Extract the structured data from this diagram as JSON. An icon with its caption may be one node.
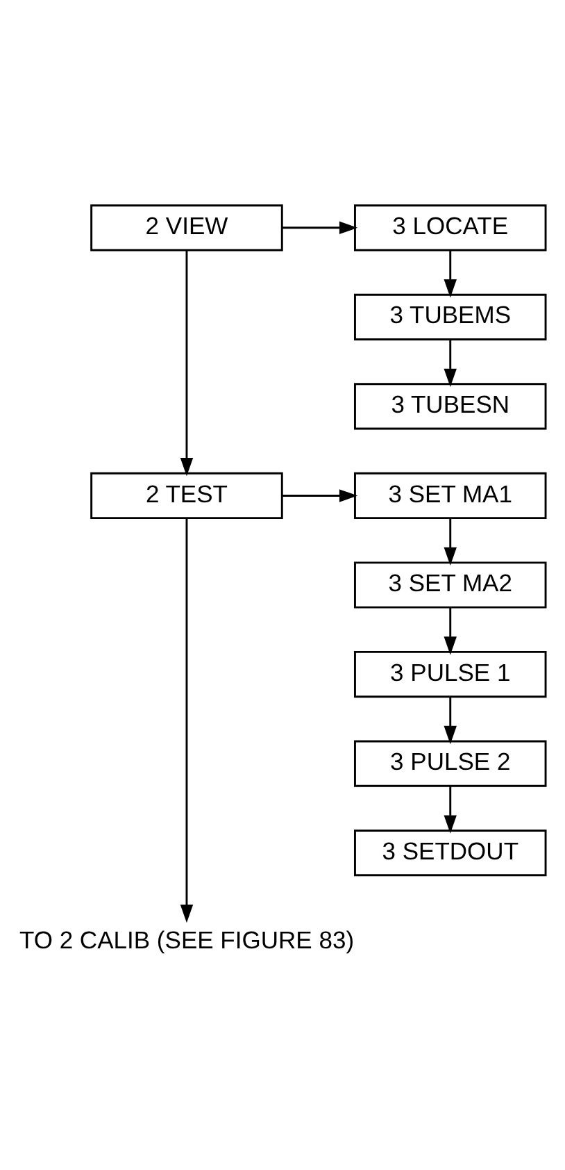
{
  "diagram": {
    "nodes": [
      {
        "text": [
          "2 VIEW"
        ]
      },
      {
        "text": [
          "3 LOCATE"
        ]
      },
      {
        "text": [
          "3 TUBEMS"
        ]
      },
      {
        "text": [
          "3 TUBESN"
        ]
      },
      {
        "text": [
          "2 TEST"
        ]
      },
      {
        "text": [
          "3 SET MA1"
        ]
      },
      {
        "text": [
          "3 SET MA2"
        ]
      },
      {
        "text": [
          "3 PULSE 1"
        ]
      },
      {
        "text": [
          "3 PULSE 2"
        ]
      },
      {
        "text": [
          "3 SETDOUT"
        ]
      },
      {
        "text": [
          "TO 2 CALIB (SEE FIGURE 83)"
        ]
      }
    ],
    "edges": [
      {
        "from": 0,
        "to": 1,
        "arrow": "to"
      },
      {
        "from": 1,
        "to": 2,
        "arrow": "to"
      },
      {
        "from": 2,
        "to": 3,
        "arrow": "to"
      },
      {
        "from": 0,
        "to": 4,
        "arrow": "to"
      },
      {
        "from": 4,
        "to": 5,
        "arrow": "to"
      },
      {
        "from": 5,
        "to": 6,
        "arrow": "to"
      },
      {
        "from": 6,
        "to": 7,
        "arrow": "to"
      },
      {
        "from": 7,
        "to": 8,
        "arrow": "to"
      },
      {
        "from": 8,
        "to": 9,
        "arrow": "to"
      },
      {
        "from": 4,
        "to": 10,
        "arrow": "to"
      }
    ]
  }
}
